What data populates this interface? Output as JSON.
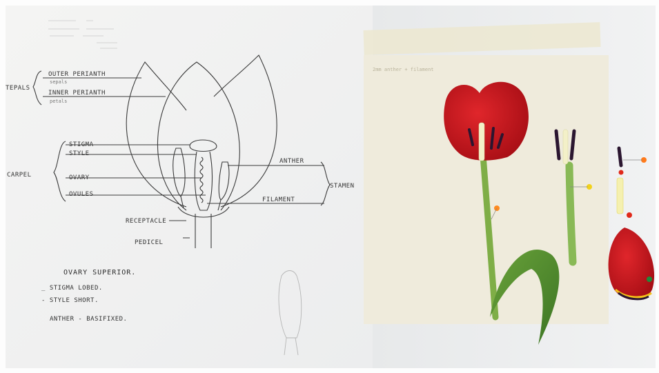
{
  "labels": {
    "outer_perianth": "OUTER PERIANTH",
    "sepals": "sepals",
    "inner_perianth": "INNER PERIANTH",
    "petals": "petals",
    "tepals": "TEPALS",
    "stigma": "STIGMA",
    "style": "STYLE",
    "carpel": "CARPEL",
    "ovary": "OVARY",
    "ovules": "OVULES",
    "anther": "ANTHER",
    "stamen": "STAMEN",
    "filament": "FILAMENT",
    "receptacle": "RECEPTACLE",
    "pedicel": "PEDICEL"
  },
  "notes": {
    "line1": "OVARY SUPERIOR.",
    "line2": "_ STIGMA LOBED.",
    "line3": "- STYLE SHORT.",
    "line4": "ANTHER - BASIFIXED."
  },
  "card_note": "2mm anther + filament",
  "colors": {
    "paper": "#f7f7f6",
    "board": "#eeeada",
    "petal_red": "#c8141c",
    "stem_green": "#7fae47",
    "leaf_green": "#4f8a2e",
    "anther_purple": "#2b1630",
    "pencil": "#3a3a3a"
  }
}
